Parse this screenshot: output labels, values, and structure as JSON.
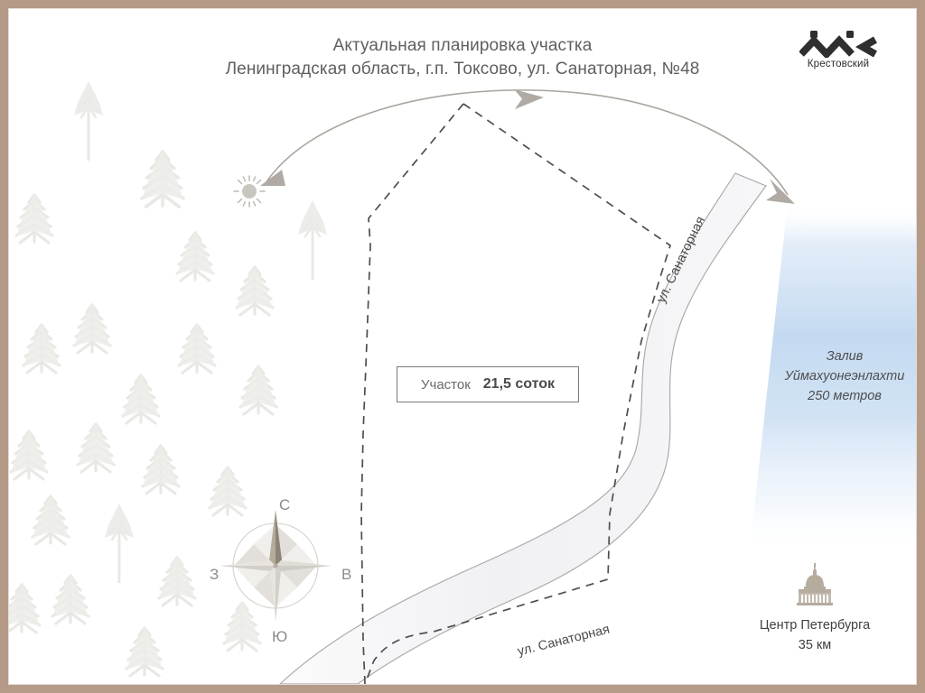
{
  "document": {
    "title_lines": [
      "Актуальная планировка участка",
      "Ленинградская область, г.п. Токсово, ул. Санаторная, №48"
    ]
  },
  "logo": {
    "wordmark": "Крестовский",
    "mark_name": "zigzag-roof-mark"
  },
  "plot": {
    "caption": "Участок",
    "area_value": "21,5 соток"
  },
  "bay": {
    "line1": "Залив",
    "line2": "Уймахуонеэнлахти",
    "line3": "250 метров"
  },
  "city": {
    "line1": "Центр Петербурга",
    "line2": "35 км",
    "icon": "cathedral-icon"
  },
  "roads": {
    "upper_label": "ул. Санаторная",
    "lower_label": "ул. Санаторная"
  },
  "compass": {
    "north": "С",
    "east": "В",
    "south": "Ю",
    "west": "З"
  },
  "sun_path": {
    "sunrise_icon": "sun-icon",
    "sunset_icon": "moon-icon"
  },
  "colors": {
    "frame": "#b59a88",
    "boundary_dash": "#4a4a4a",
    "road_fill": "#f3f2f4",
    "road_stroke": "#a8a8a8",
    "water": "#cfe0f2",
    "tree": "#e9eae6",
    "compass": "#b7b2ab",
    "arc": "#a9a39d"
  }
}
